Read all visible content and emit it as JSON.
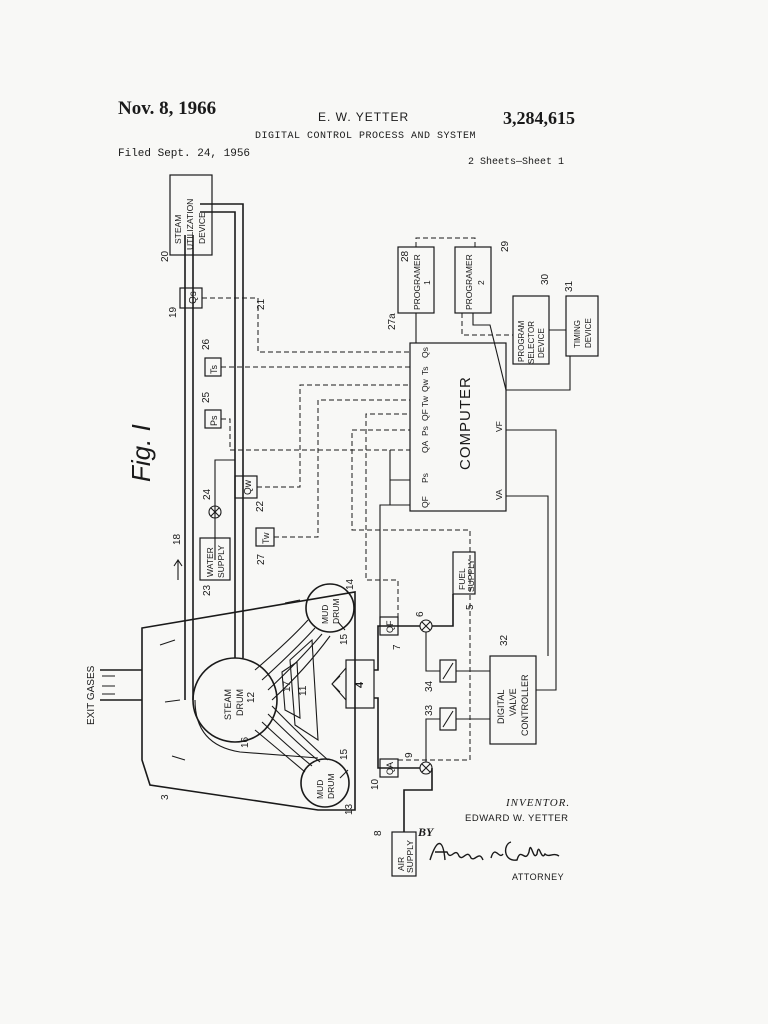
{
  "header": {
    "date": "Nov. 8, 1966",
    "inventor_top": "E. W. YETTER",
    "patent_number": "3,284,615",
    "title": "DIGITAL CONTROL PROCESS AND SYSTEM",
    "filed": "Filed Sept. 24, 1956",
    "sheets": "2 Sheets—Sheet 1"
  },
  "figure": {
    "label": "Fig. I",
    "blocks": {
      "computer": "COMPUTER",
      "steam_utilization": [
        "STEAM",
        "UTILIZATION",
        "DEVICE"
      ],
      "programer1": [
        "PROGRAMER",
        "1"
      ],
      "programer2": [
        "PROGRAMER",
        "2"
      ],
      "program_selector": [
        "PROGRAM",
        "SELECTOR",
        "DEVICE"
      ],
      "timing_device": [
        "TIMING",
        "DEVICE"
      ],
      "water_supply": [
        "WATER",
        "SUPPLY"
      ],
      "fuel_supply": [
        "FUEL",
        "SUPPLY"
      ],
      "air_supply": [
        "AIR",
        "SUPPLY"
      ],
      "digital_valve_controller": [
        "DIGITAL",
        "VALVE",
        "CONTROLLER"
      ],
      "steam_drum": [
        "STEAM",
        "DRUM"
      ],
      "mud_drum_top": [
        "MUD",
        "DRUM"
      ],
      "mud_drum_bottom": [
        "MUD",
        "DRUM"
      ],
      "exit_gases": "EXIT GASES"
    },
    "sensors": {
      "qs": "Qs",
      "ts": "Ts",
      "ps": "Ps",
      "qw": "Qw",
      "tw": "Tw",
      "qf": "QF",
      "qa": "QA"
    },
    "computer_inputs": [
      "Qs",
      "Ts",
      "Qw",
      "Tw",
      "QF",
      "Ps",
      "QA",
      "Ps",
      "QF"
    ],
    "computer_outputs": [
      "VF",
      "VA"
    ],
    "reference_numerals": [
      "3",
      "4",
      "5",
      "6",
      "7",
      "8",
      "9",
      "10",
      "11",
      "12",
      "13",
      "14",
      "15",
      "15",
      "16",
      "17",
      "18",
      "19",
      "20",
      "21",
      "22",
      "23",
      "24",
      "25",
      "26",
      "27",
      "27a",
      "28",
      "29",
      "30",
      "31",
      "32",
      "33",
      "34"
    ]
  },
  "signature": {
    "inventor_label": "INVENTOR.",
    "inventor_name": "EDWARD W. YETTER",
    "by": "BY",
    "signature_text": "Arthur L. Collins",
    "attorney": "ATTORNEY"
  }
}
